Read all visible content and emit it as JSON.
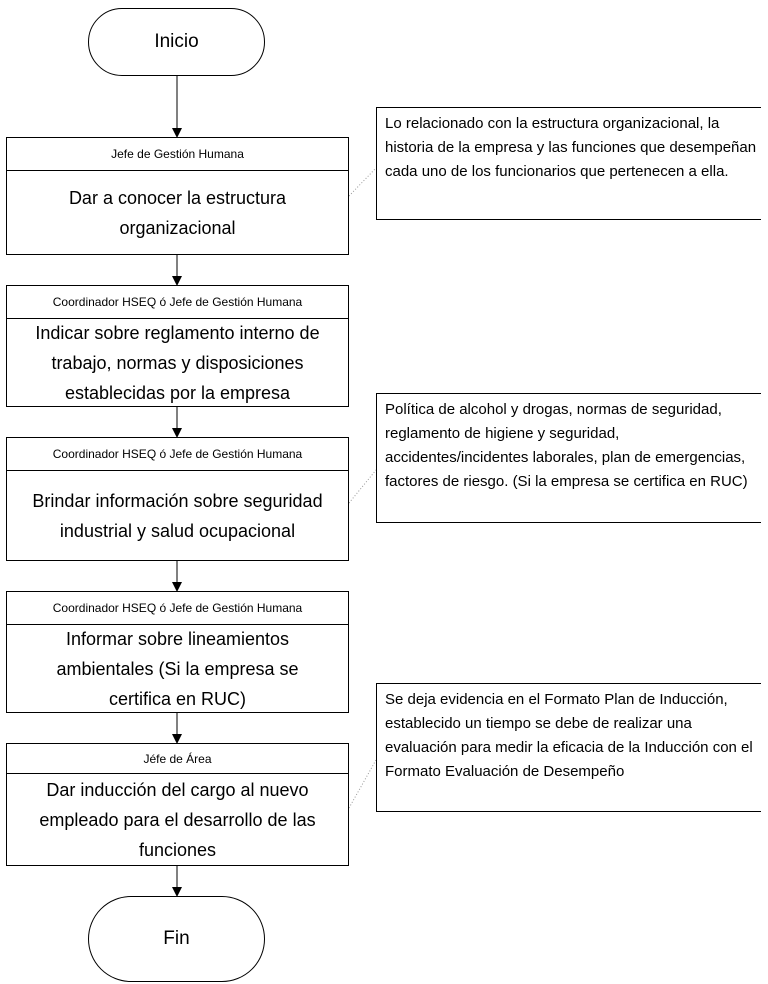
{
  "start": {
    "label": "Inicio"
  },
  "end": {
    "label": "Fin"
  },
  "steps": [
    {
      "role": "Jefe de Gestión Humana",
      "task": "Dar a conocer la estructura organizacional"
    },
    {
      "role": "Coordinador HSEQ ó Jefe de Gestión Humana",
      "task": "Indicar sobre reglamento interno de trabajo, normas y disposiciones establecidas por la empresa"
    },
    {
      "role": "Coordinador HSEQ ó Jefe de Gestión Humana",
      "task": "Brindar información sobre seguridad industrial y salud ocupacional"
    },
    {
      "role": "Coordinador HSEQ ó Jefe de Gestión Humana",
      "task": "Informar sobre lineamientos ambientales (Si la empresa se certifica en RUC)"
    },
    {
      "role": "Jéfe de Área",
      "task": "Dar inducción del cargo al nuevo empleado para el desarrollo de las funciones"
    }
  ],
  "notes": [
    {
      "text": "Lo relacionado con la estructura organizacional, la historia de la empresa y las funciones que desempeñan cada uno de los funcionarios que pertenecen a ella."
    },
    {
      "text": "Política de alcohol y drogas, normas de seguridad, reglamento de higiene y seguridad, accidentes/incidentes laborales, plan de emergencias, factores de riesgo. (Si la empresa se certifica en RUC)"
    },
    {
      "text": "Se deja evidencia en el Formato Plan de Inducción, establecido un tiempo se debe de realizar una evaluación para medir la eficacia de la Inducción con el Formato Evaluación de Desempeño"
    }
  ]
}
